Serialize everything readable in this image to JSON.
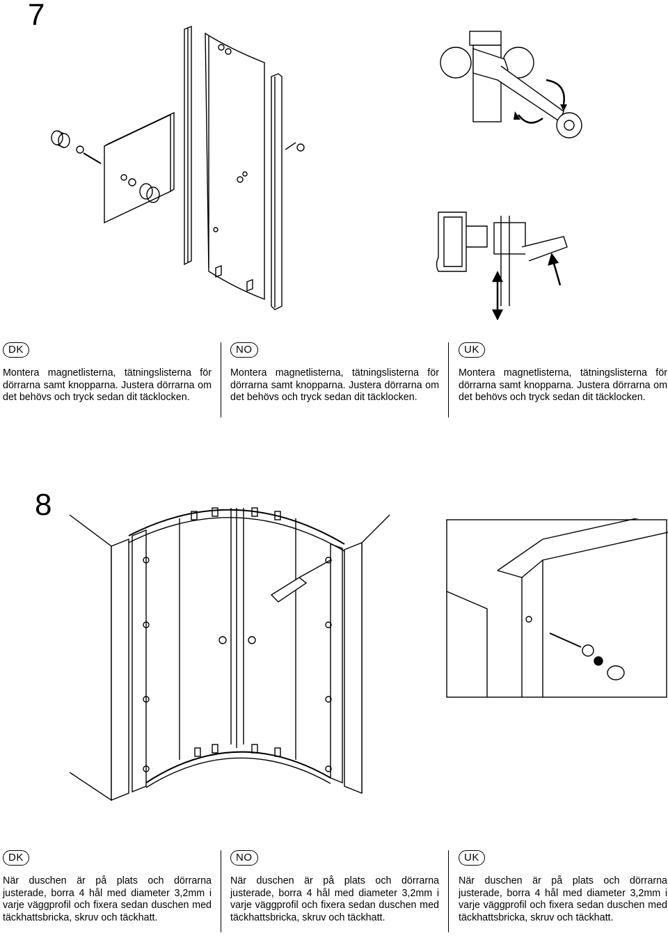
{
  "step7": {
    "number": "7",
    "columns": [
      {
        "lang": "DK",
        "text": "Montera magnetlisterna, tätningslisterna för dörrarna samt knopparna. Justera dörrarna om det behövs och tryck sedan dit täcklocken."
      },
      {
        "lang": "NO",
        "text": "Montera magnetlisterna, tätningslisterna för dörrarna samt knopparna. Justera dörrarna om det behövs och tryck sedan dit täcklocken."
      },
      {
        "lang": "UK",
        "text": "Montera magnetlisterna, tätningslisterna för dörrarna samt knopparna. Justera dörrarna om det behövs och tryck sedan dit täcklocken."
      }
    ]
  },
  "step8": {
    "number": "8",
    "columns": [
      {
        "lang": "DK",
        "text": "När duschen är på plats och dörrarna justerade, borra 4 hål med diameter 3,2mm i varje väggprofil och fixera sedan duschen med täckhattsbricka, skruv och täckhatt."
      },
      {
        "lang": "NO",
        "text": "När duschen är på plats och dörrarna justerade, borra 4 hål med diameter 3,2mm i varje väggprofil och fixera sedan duschen med täckhattsbricka, skruv och täckhatt."
      },
      {
        "lang": "UK",
        "text": "När duschen är på plats och dörrarna justerade, borra 4 hål med diameter 3,2mm i varje väggprofil och fixera sedan duschen med täckhattsbricka, skruv och täckhatt."
      }
    ]
  }
}
